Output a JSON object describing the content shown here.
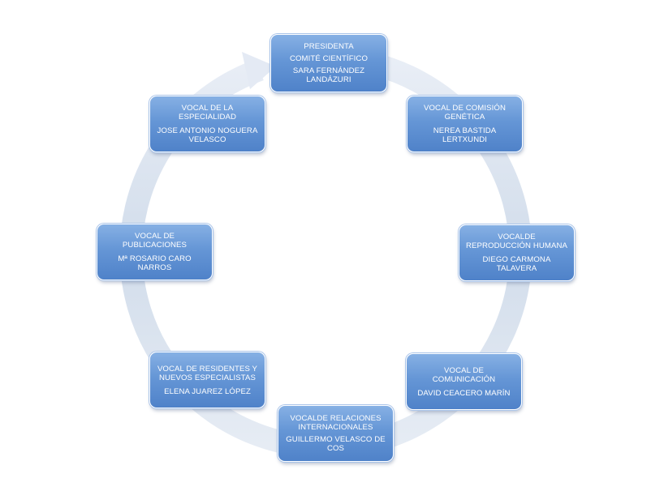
{
  "nodes": [
    {
      "role": "PRESIDENTA",
      "committee": "COMITÉ CIENTÍFICO",
      "name": "SARA FERNÁNDEZ LANDÁZURI"
    },
    {
      "role": "VOCAL DE COMISIÓN GENÉTICA",
      "name": "NEREA BASTIDA LERTXUNDI"
    },
    {
      "role": "VOCALDE REPRODUCCIÓN HUMANA",
      "name": "DIEGO CARMONA TALAVERA"
    },
    {
      "role": "VOCAL  DE COMUNICACIÓN",
      "name": "DAVID CEACERO MARÍN"
    },
    {
      "role": "VOCALDE RELACIONES INTERNACIONALES",
      "name": "GUILLERMO VELASCO DE COS"
    },
    {
      "role": "VOCAL DE RESIDENTES Y NUEVOS ESPECIALISTAS",
      "name": "ELENA JUAREZ LÓPEZ"
    },
    {
      "role": "VOCAL DE PUBLICACIONES",
      "name": "Mª ROSARIO CARO NARROS"
    },
    {
      "role": "VOCAL DE LA ESPECIALIDAD",
      "name": "JOSE ANTONIO NOGUERA VELASCO"
    }
  ],
  "colors": {
    "node_fill": "#6596d6",
    "node_border": "#ffffff",
    "ring": "#d3deec"
  }
}
